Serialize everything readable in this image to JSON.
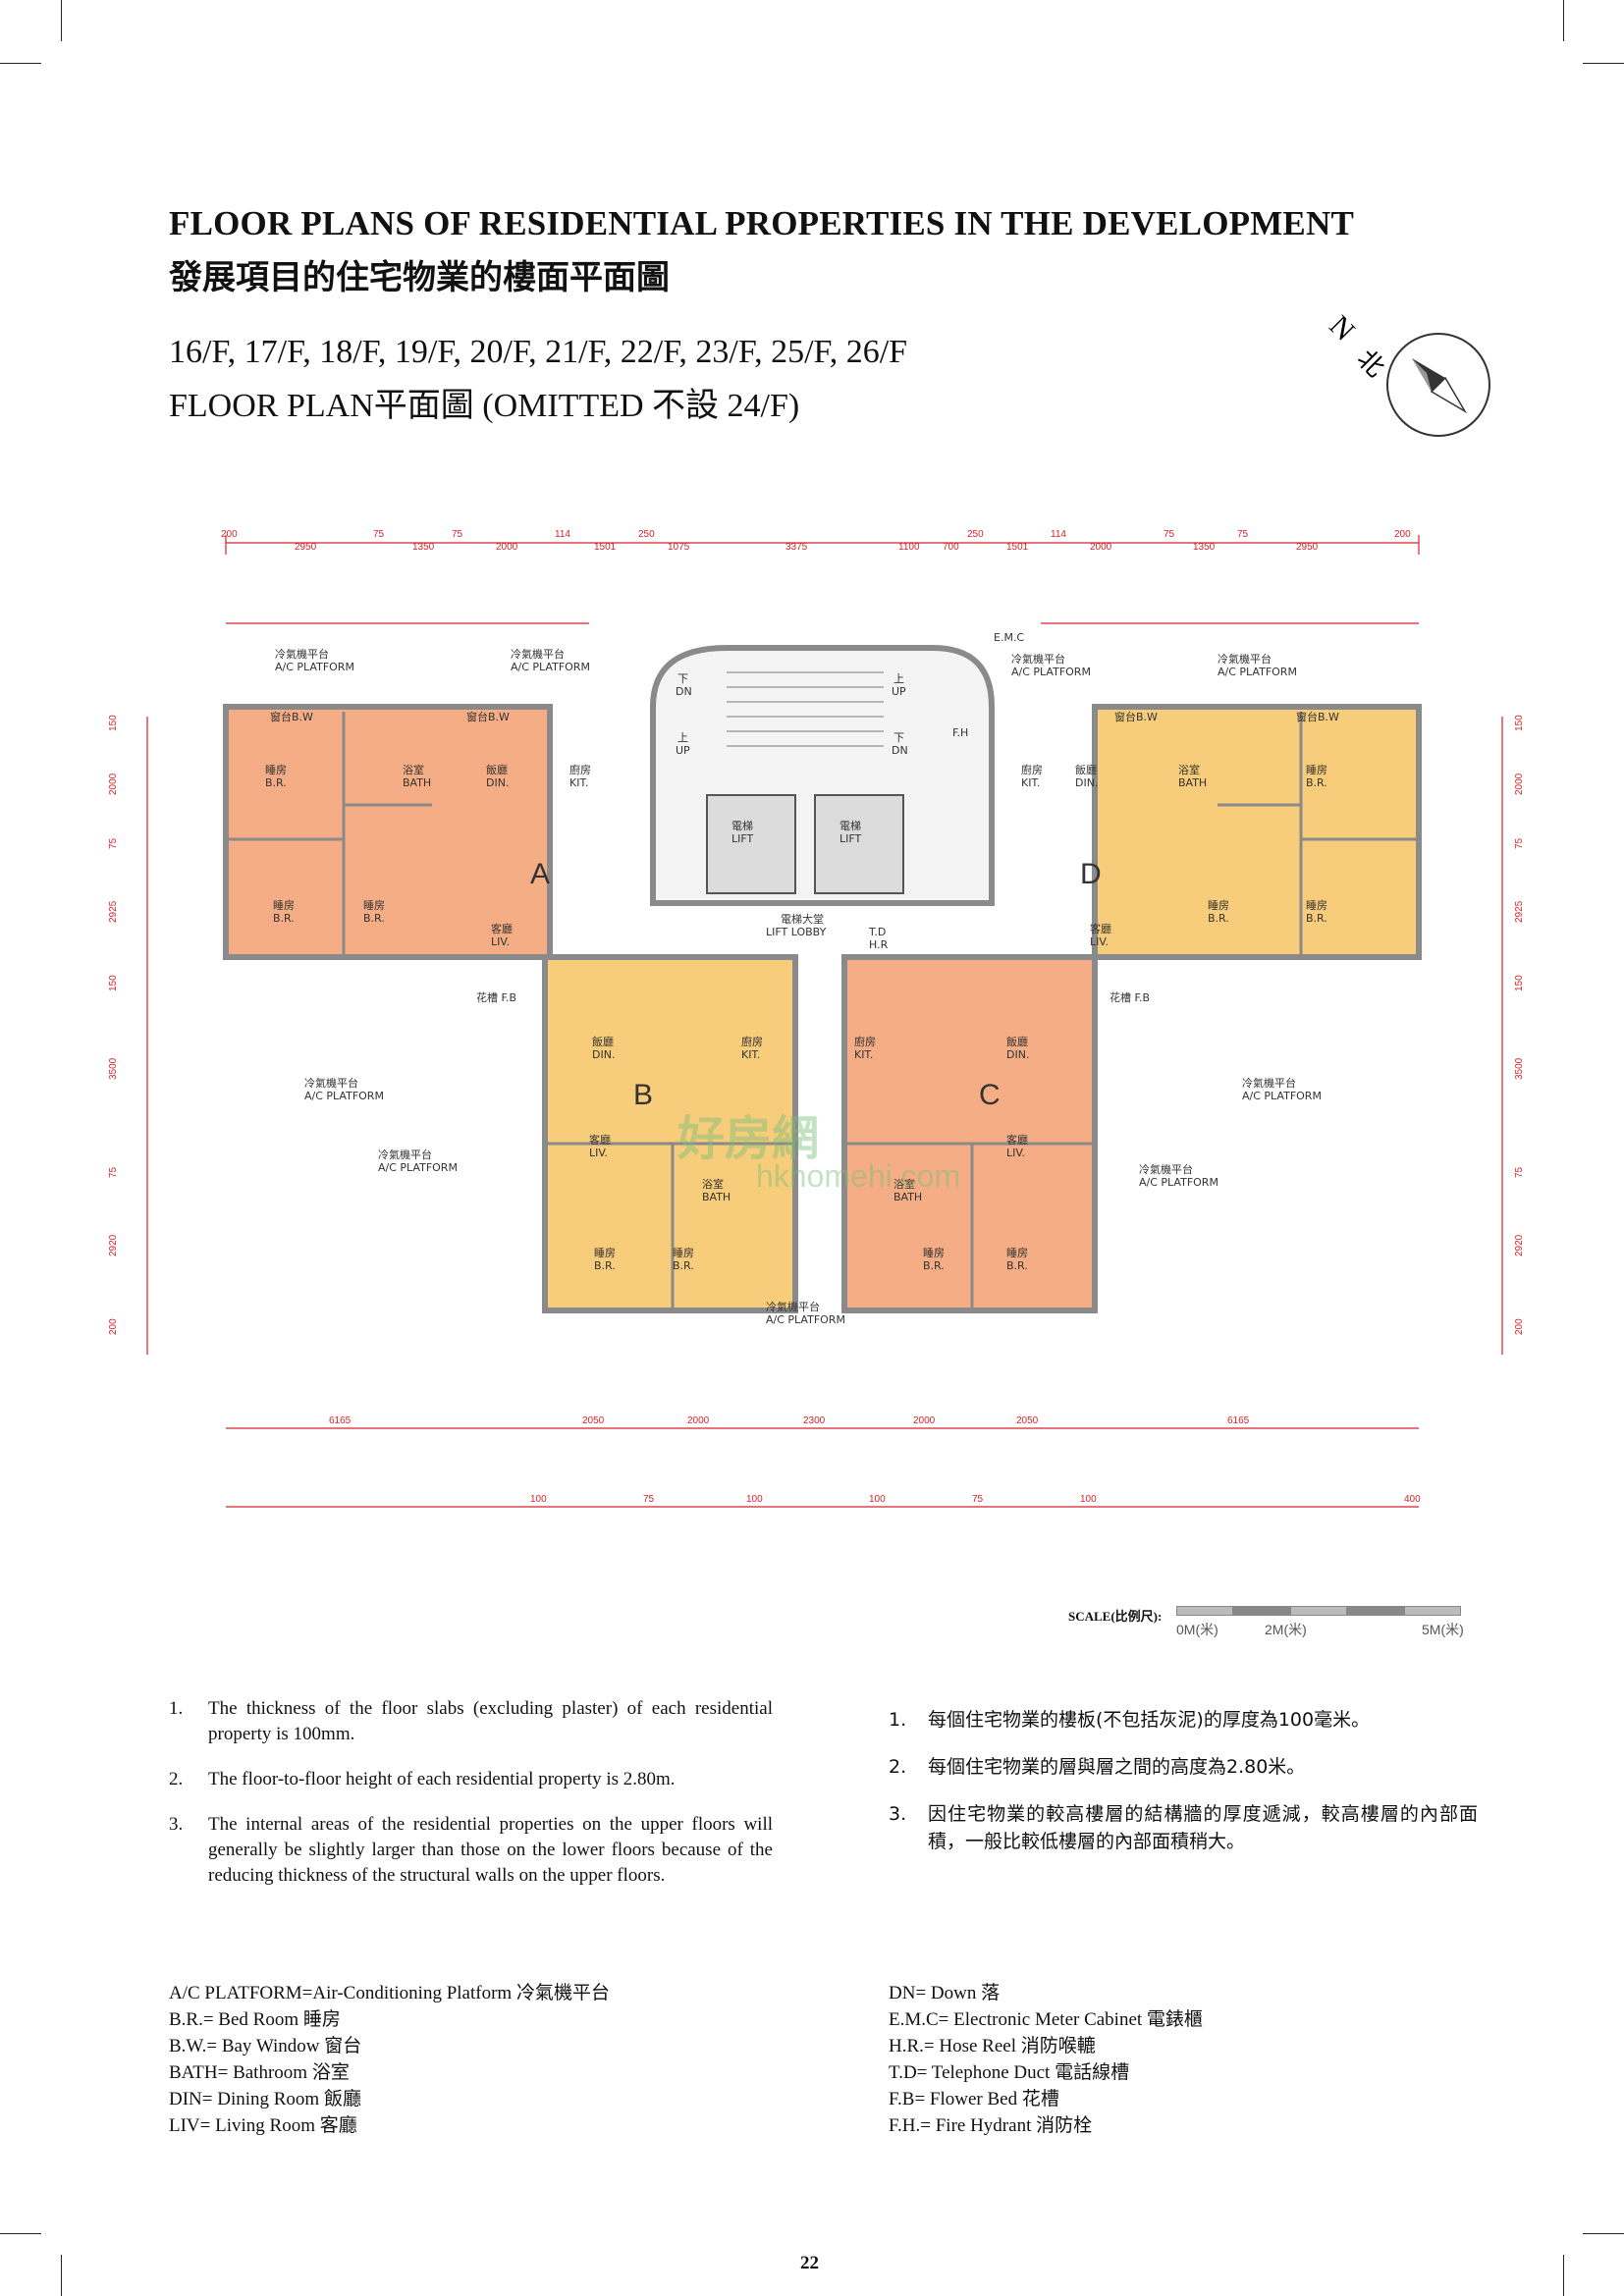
{
  "header": {
    "title_en": "FLOOR PLANS OF RESIDENTIAL PROPERTIES IN THE DEVELOPMENT",
    "title_zh": "發展項目的住宅物業的樓面平面圖",
    "floors_line1": "16/F, 17/F, 18/F, 19/F, 20/F, 21/F, 22/F, 23/F, 25/F, 26/F",
    "floors_line2": "FLOOR PLAN平面圖 (OMITTED 不設 24/F)"
  },
  "compass": {
    "north_en": "N",
    "north_zh": "北"
  },
  "plan": {
    "units": {
      "a": "A",
      "b": "B",
      "c": "C",
      "d": "D"
    },
    "rooms": {
      "br": "睡房",
      "br_en": "B.R.",
      "bath": "浴室",
      "bath_en": "BATH",
      "din": "飯廳",
      "din_en": "DIN.",
      "kit": "廚房",
      "kit_en": "KIT.",
      "liv": "客廳",
      "liv_en": "LIV.",
      "lift": "電梯",
      "lift_en": "LIFT",
      "lobby": "電梯大堂",
      "lobby_en": "LIFT LOBBY",
      "ac": "冷氣機平台",
      "ac_en": "A/C PLATFORM",
      "bw": "窗台B.W",
      "fb": "花槽 F.B",
      "emc": "E.M.C",
      "fh": "F.H",
      "td": "T.D",
      "hr": "H.R",
      "dn": "下",
      "dn_en": "DN",
      "up": "上",
      "up_en": "UP"
    },
    "dims_top": [
      "200",
      "2950",
      "75",
      "1350",
      "75",
      "2000",
      "114",
      "1501",
      "250",
      "1075",
      "3375",
      "1100",
      "700",
      "250",
      "1501",
      "114",
      "2000",
      "75",
      "1350",
      "75",
      "2950",
      "200"
    ],
    "dims_bottom": [
      "6165",
      "2050",
      "2000",
      "2300",
      "2000",
      "2050",
      "6165"
    ],
    "dims_bottom2": [
      "100",
      "75",
      "100",
      "100",
      "75",
      "100",
      "400"
    ],
    "dims_left": [
      "150",
      "2000",
      "75",
      "2925",
      "150",
      "3500",
      "75",
      "2920",
      "200"
    ],
    "dims_right": [
      "150",
      "2000",
      "75",
      "2925",
      "150",
      "3500",
      "75",
      "2920",
      "200"
    ]
  },
  "scale": {
    "label": "SCALE(比例尺):",
    "t0": "0M(米)",
    "t2": "2M(米)",
    "t5": "5M(米)"
  },
  "notes_en": [
    {
      "num": "1.",
      "text": "The thickness of the floor slabs (excluding plaster) of each residential property is 100mm."
    },
    {
      "num": "2.",
      "text": "The floor-to-floor height of each residential property is 2.80m."
    },
    {
      "num": "3.",
      "text": "The internal areas of the residential properties on the upper floors will generally be slightly larger than those on the lower floors because of the reducing thickness of the structural walls on the upper floors."
    }
  ],
  "notes_zh": [
    {
      "num": "1.",
      "text": "每個住宅物業的樓板(不包括灰泥)的厚度為100毫米。"
    },
    {
      "num": "2.",
      "text": "每個住宅物業的層與層之間的高度為2.80米。"
    },
    {
      "num": "3.",
      "text": "因住宅物業的較高樓層的結構牆的厚度遞減，較高樓層的內部面積，一般比較低樓層的內部面積稍大。"
    }
  ],
  "legend_left": [
    "A/C PLATFORM=Air-Conditioning Platform 冷氣機平台",
    "B.R.= Bed Room 睡房",
    "B.W.= Bay Window 窗台",
    "BATH= Bathroom 浴室",
    "DIN= Dining Room 飯廳",
    "LIV= Living Room 客廳"
  ],
  "legend_right": [
    "DN= Down 落",
    "E.M.C= Electronic Meter Cabinet 電錶櫃",
    "H.R.= Hose Reel 消防喉轆",
    "T.D= Telephone Duct 電話線槽",
    "F.B= Flower Bed 花槽",
    "F.H.= Fire Hydrant 消防栓"
  ],
  "page_number": "22",
  "watermark": {
    "zh": "好房網",
    "en": "hkhomehi.com"
  },
  "colors": {
    "unit_orange": "#f5ad86",
    "unit_yellow": "#f7cc7a",
    "dim_red": "#d8222a",
    "wall": "#8a8a8a"
  }
}
